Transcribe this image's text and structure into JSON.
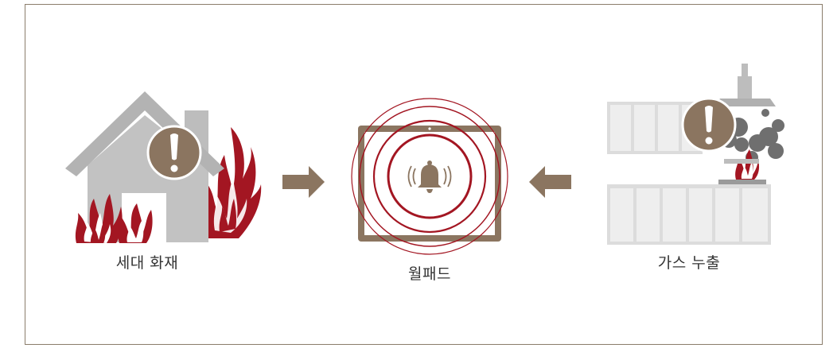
{
  "nodes": [
    {
      "id": "household-fire",
      "label": "세대 화재"
    },
    {
      "id": "wallpad",
      "label": "월패드"
    },
    {
      "id": "gas-leak",
      "label": "가스 누출"
    }
  ],
  "colors": {
    "border": "#8b7d6b",
    "brown": "#8b7560",
    "flame_red": "#a31622",
    "house_gray": "#bdbdbd",
    "cabinet_gray": "#d9d9d9",
    "smoke_gray": "#6f6f6f",
    "text": "#333333"
  },
  "icons": {
    "house": "house-icon",
    "alert": "exclamation-icon",
    "bell": "ringing-bell-icon",
    "kitchen": "kitchen-icon",
    "arrow": "arrow-right-icon"
  }
}
